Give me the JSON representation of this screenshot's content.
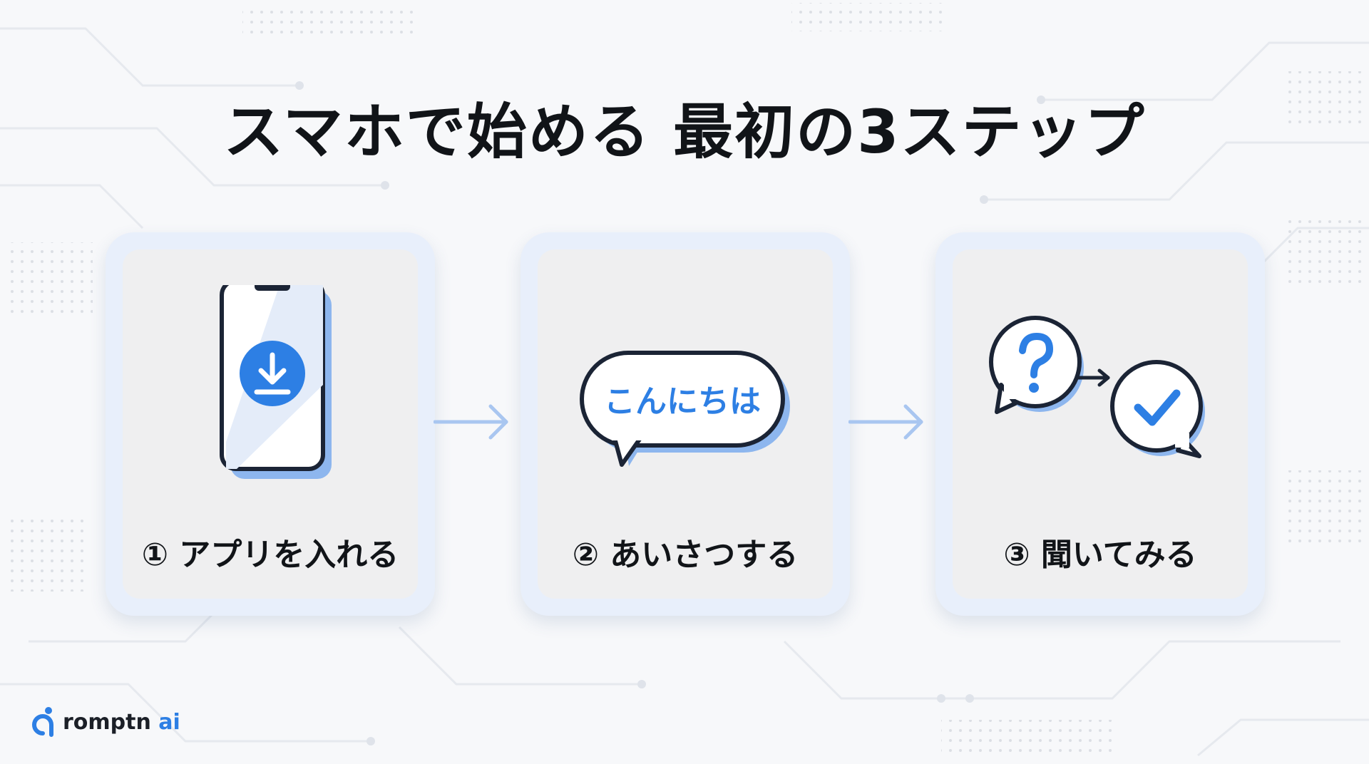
{
  "title": "スマホで始める 最初の3ステップ",
  "steps": [
    {
      "label": "① アプリを入れる",
      "icon": "smartphone-download-icon"
    },
    {
      "label": "② あいさつする",
      "icon": "speech-bubble-icon",
      "bubble_text": "こんにちは"
    },
    {
      "label": "③ 聞いてみる",
      "icon": "question-to-check-icon"
    }
  ],
  "brand": {
    "name": "romptn",
    "suffix": "ai"
  },
  "colors": {
    "accent": "#2d7fe4",
    "accent_light": "#8db6ee",
    "text": "#111418",
    "card_outer": "#e8effb",
    "card_inner": "#efeff0"
  }
}
